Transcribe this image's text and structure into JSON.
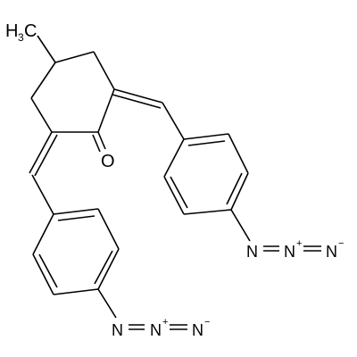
{
  "structure": {
    "methyl_main": "H",
    "methyl_sub": "3",
    "methyl_c": "C",
    "carbonyl_o": "O",
    "azide_top": {
      "n1": "N",
      "n2": "N",
      "n2_charge": "+",
      "n3": "N",
      "n3_charge": "−"
    },
    "azide_bottom": {
      "n1": "N",
      "n2": "N",
      "n2_charge": "+",
      "n3": "N",
      "n3_charge": "−"
    }
  }
}
